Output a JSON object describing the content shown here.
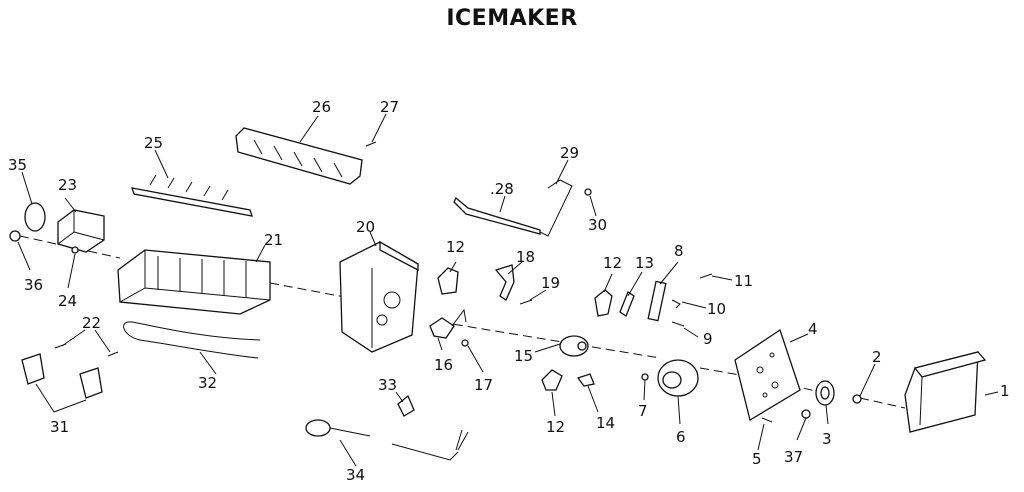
{
  "title": "ICEMAKER",
  "parts": [
    "1",
    "2",
    "3",
    "4",
    "5",
    "6",
    "7",
    "8",
    "9",
    "10",
    "11",
    "12",
    "13",
    "14",
    "15",
    "16",
    "17",
    "18",
    "19",
    "20",
    "21",
    "22",
    "23",
    "24",
    "25",
    "26",
    "27",
    "28",
    "29",
    "30",
    "31",
    "32",
    "33",
    "34",
    "35",
    "36",
    "37"
  ],
  "labels": {
    "p1": "1",
    "p2": "2",
    "p3": "3",
    "p4": "4",
    "p5": "5",
    "p6": "6",
    "p7": "7",
    "p8": "8",
    "p9": "9",
    "p10": "10",
    "p11": "11",
    "p12a": "12",
    "p12b": "12",
    "p12c": "12",
    "p13": "13",
    "p14": "14",
    "p15": "15",
    "p16": "16",
    "p17": "17",
    "p18": "18",
    "p19": "19",
    "p20": "20",
    "p21": "21",
    "p22": "22",
    "p23": "23",
    "p24": "24",
    "p25": "25",
    "p26": "26",
    "p27": "27",
    "p28": ".28",
    "p29": "29",
    "p30": "30",
    "p31": "31",
    "p32": "32",
    "p33": "33",
    "p34": "34",
    "p35": "35",
    "p36": "36",
    "p37": "37"
  }
}
